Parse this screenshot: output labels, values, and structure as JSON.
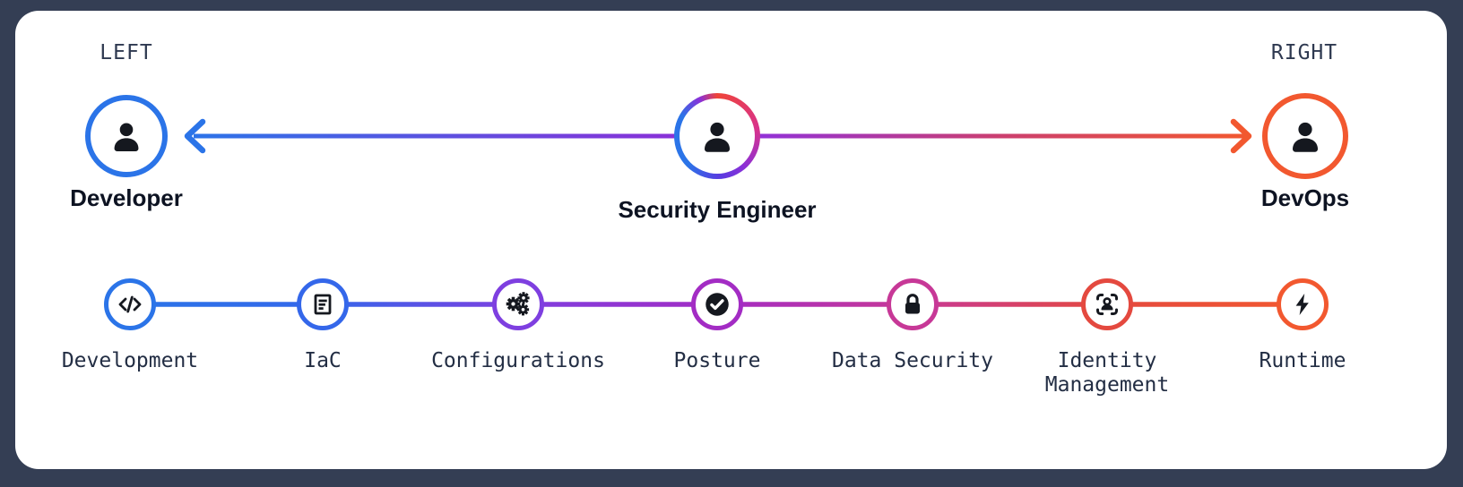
{
  "canvas": {
    "background": "#343e54",
    "card_background": "#ffffff"
  },
  "labels": {
    "left": "LEFT",
    "right": "RIGHT"
  },
  "actors": [
    {
      "name": "Developer",
      "icon": "person-icon",
      "ring_color": "#2b74e8"
    },
    {
      "name": "Security Engineer",
      "icon": "person-icon",
      "ring_gradient": [
        "#2b74e8",
        "#8a30d8",
        "#ef4438"
      ]
    },
    {
      "name": "DevOps",
      "icon": "person-icon",
      "ring_color": "#f2582f"
    }
  ],
  "arrows": [
    {
      "direction": "left",
      "from": "Security Engineer",
      "to": "Developer",
      "gradient": [
        "#8a30d8",
        "#2b74e8"
      ]
    },
    {
      "direction": "right",
      "from": "Security Engineer",
      "to": "DevOps",
      "gradient": [
        "#9231d8",
        "#cc3f6e",
        "#f2582f"
      ]
    }
  ],
  "pipeline": {
    "stages": [
      {
        "label": "Development",
        "icon": "code-icon",
        "color": "#2b74e8"
      },
      {
        "label": "IaC",
        "icon": "document-icon",
        "color": "#3467ea"
      },
      {
        "label": "Configurations",
        "icon": "gears-icon",
        "color": "#7e3fe0"
      },
      {
        "label": "Posture",
        "icon": "check-circle-icon",
        "color": "#a32cc4"
      },
      {
        "label": "Data Security",
        "icon": "lock-icon",
        "color": "#c73897"
      },
      {
        "label": "Identity Management",
        "icon": "user-scan-icon",
        "color": "#e4493f"
      },
      {
        "label": "Runtime",
        "icon": "lightning-icon",
        "color": "#f2582f"
      }
    ]
  }
}
